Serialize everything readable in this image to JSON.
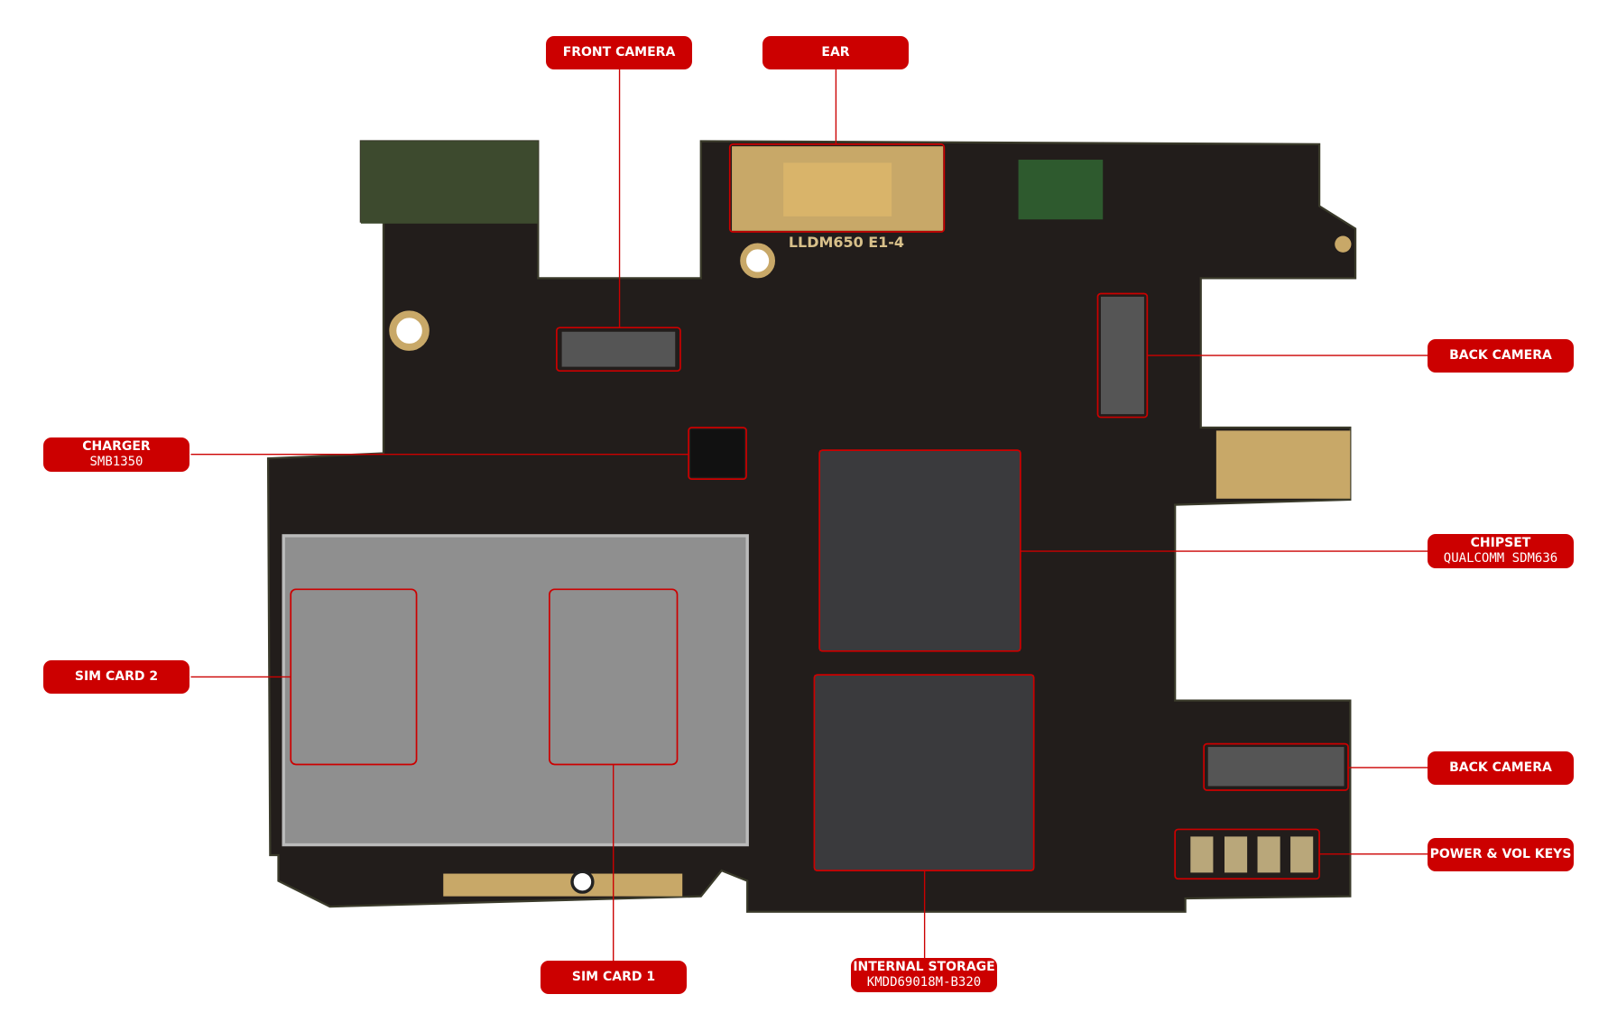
{
  "board_marking": "LLDM650 E1-4",
  "labels": {
    "front_camera": {
      "title": "FRONT CAMERA"
    },
    "ear": {
      "title": "EAR"
    },
    "back_camera_1": {
      "title": "BACK CAMERA"
    },
    "charger": {
      "title": "CHARGER",
      "part": "SMB1350"
    },
    "chipset": {
      "title": "CHIPSET",
      "part": "QUALCOMM SDM636"
    },
    "sim_card_2": {
      "title": "SIM CARD 2"
    },
    "back_camera_2": {
      "title": "BACK CAMERA"
    },
    "power_vol_keys": {
      "title": "POWER & VOL KEYS"
    },
    "sim_card_1": {
      "title": "SIM CARD 1"
    },
    "internal_storage": {
      "title": "INTERNAL STORAGE",
      "part": "KMDD69018M-B320"
    }
  },
  "colors": {
    "accent": "#cc0000",
    "pcb": "#1f1b19",
    "gold": "#c8a868",
    "shield": "#8f8f8f"
  }
}
